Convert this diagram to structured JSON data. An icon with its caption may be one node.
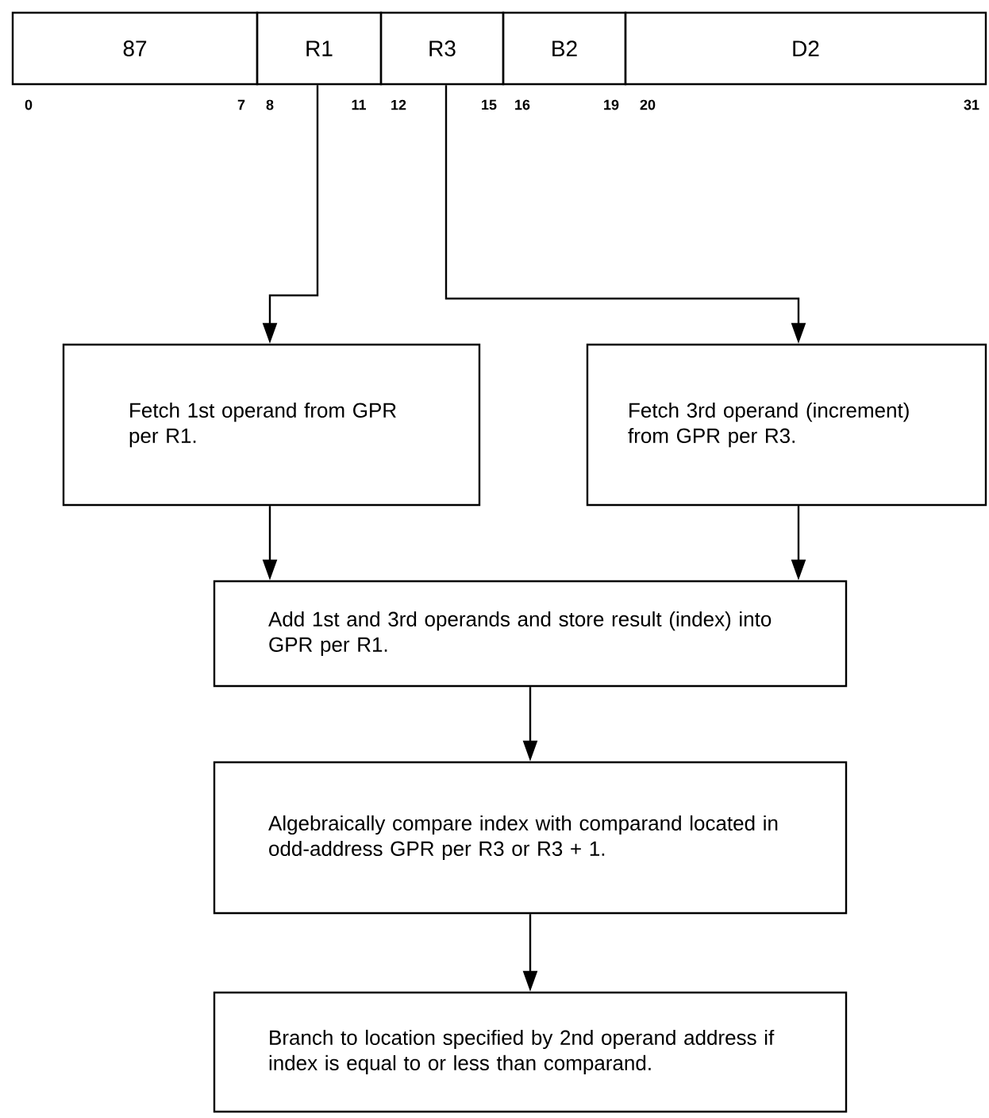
{
  "diagram": {
    "nodes": [
      {
        "text": [
          "87"
        ]
      },
      {
        "text": [
          "R1"
        ]
      },
      {
        "text": [
          "R3"
        ]
      },
      {
        "text": [
          "B2"
        ]
      },
      {
        "text": [
          "D2"
        ]
      },
      {
        "text": [
          "Fetch 1st operand from GPR per R1."
        ]
      },
      {
        "text": [
          "Fetch 3rd operand (increment) from GPR per R3."
        ]
      },
      {
        "text": [
          "Add 1st and 3rd operands and store result (index) into GPR per R1."
        ]
      },
      {
        "text": [
          "Algebraically compare index with comparand located in odd-address GPR per R3 or R3 + 1."
        ]
      },
      {
        "text": [
          "Branch to location specified by 2nd operand address if index is equal to or less than comparand."
        ]
      }
    ],
    "edges": [
      {
        "from": 1,
        "to": 5,
        "arrow": "to"
      },
      {
        "from": 2,
        "to": 6,
        "arrow": "to"
      },
      {
        "from": 5,
        "to": 7,
        "arrow": "to"
      },
      {
        "from": 6,
        "to": 7,
        "arrow": "to"
      },
      {
        "from": 7,
        "to": 8,
        "arrow": "to"
      },
      {
        "from": 8,
        "to": 9,
        "arrow": "to"
      }
    ],
    "labels": [
      "0",
      "7",
      "8",
      "11",
      "12",
      "15",
      "16",
      "19",
      "20",
      "31"
    ]
  }
}
